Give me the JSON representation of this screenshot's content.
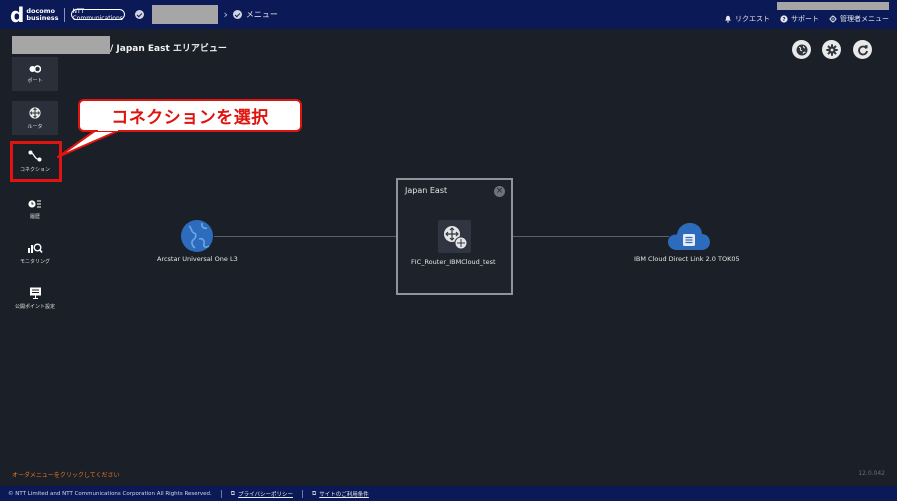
{
  "header": {
    "brand_mark": "d",
    "brand_line1": "docomo",
    "brand_line2": "business",
    "partner_logo": "NTT Communications",
    "breadcrumb_menu": "メニュー",
    "links": [
      {
        "label": "リクエスト",
        "icon": "bell-icon"
      },
      {
        "label": "サポート",
        "icon": "help-icon"
      },
      {
        "label": "管理者メニュー",
        "icon": "gear-icon"
      }
    ]
  },
  "page": {
    "title": "/ Japan East エリアビュー"
  },
  "toolbar": {
    "buttons": [
      {
        "icon": "globe-icon"
      },
      {
        "icon": "settings-icon"
      },
      {
        "icon": "refresh-icon"
      }
    ]
  },
  "sidebar": {
    "items": [
      {
        "label": "ポート",
        "icon": "port-icon"
      },
      {
        "label": "ルータ",
        "icon": "router-icon"
      },
      {
        "label": "コネクション",
        "icon": "connection-icon"
      },
      {
        "label": "履歴",
        "icon": "history-icon"
      },
      {
        "label": "モニタリング",
        "icon": "monitoring-icon"
      },
      {
        "label": "公開ポイント設定",
        "icon": "public-point-icon"
      }
    ]
  },
  "callout": {
    "text": "コネクションを選択"
  },
  "diagram": {
    "area_title": "Japan East",
    "close_symbol": "×",
    "nodes": [
      {
        "label": "Arcstar Universal One L3",
        "icon": "globe-node-icon"
      },
      {
        "label": "FIC_Router_IBMCloud_test",
        "icon": "router-node-icon"
      },
      {
        "label": "IBM Cloud Direct Link 2.0 TOK05",
        "icon": "cloud-node-icon"
      }
    ]
  },
  "status": {
    "hint": "オーダメニューをクリックしてください",
    "version": "12.0.042"
  },
  "footer": {
    "copyright": "© NTT Limited and NTT Communications Corporation All Rights Reserved.",
    "links": [
      "プライバシーポリシー",
      "サイトのご利用条件"
    ]
  },
  "colors": {
    "background": "#1b1f27",
    "topbar": "#0b1a57",
    "highlight": "#e0140f",
    "node_blue": "#2d6bbd",
    "hint_orange": "#e9771f"
  }
}
